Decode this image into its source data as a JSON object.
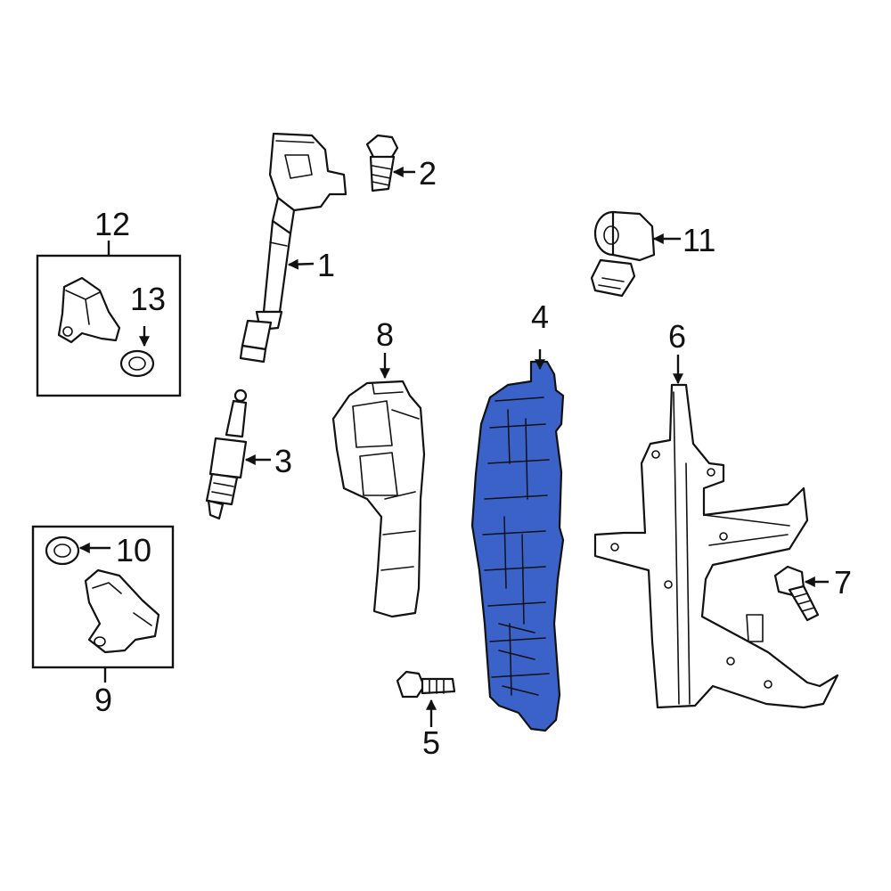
{
  "highlight_color": "#3a62c9",
  "callouts": {
    "c1": "1",
    "c2": "2",
    "c3": "3",
    "c4": "4",
    "c5": "5",
    "c6": "6",
    "c7": "7",
    "c8": "8",
    "c9": "9",
    "c10": "10",
    "c11": "11",
    "c12": "12",
    "c13": "13"
  }
}
